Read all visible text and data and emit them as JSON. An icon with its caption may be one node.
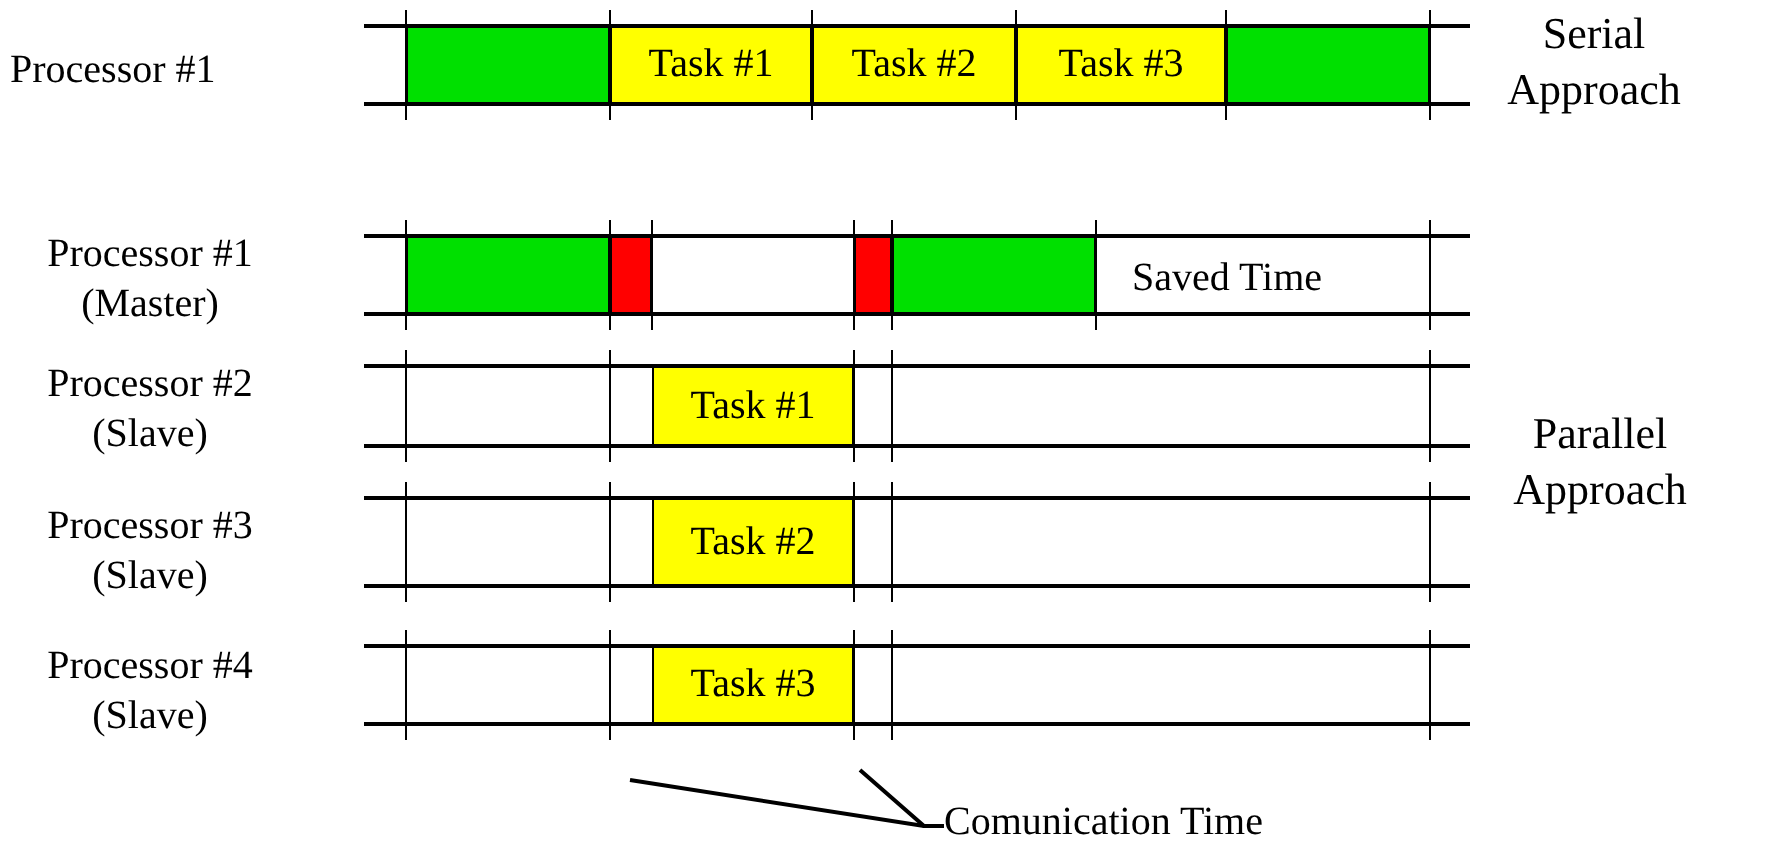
{
  "diagram": {
    "nodes": [
      {
        "text": [],
        "shape": "box"
      },
      {
        "text": [
          "Task #1"
        ]
      },
      {
        "text": [
          "Task #2"
        ]
      },
      {
        "text": [
          "Task #3"
        ]
      },
      {
        "text": [],
        "shape": "box"
      },
      {
        "text": [],
        "shape": "box"
      },
      {
        "text": [],
        "shape": "box"
      },
      {
        "text": [],
        "shape": "box"
      },
      {
        "text": [],
        "shape": "box"
      },
      {
        "text": [
          "Task #1"
        ]
      },
      {
        "text": [
          "Task #2"
        ]
      },
      {
        "text": [
          "Task #3"
        ]
      },
      {
        "text": [
          "Comunication Time"
        ]
      }
    ],
    "edges": [
      {
        "from": 12,
        "to": null,
        "arrow": "none"
      },
      {
        "from": 12,
        "to": null,
        "arrow": "none"
      }
    ],
    "labels": [
      "Processor #1",
      "Serial Approach",
      "Processor #1 (Master)",
      "Saved Time",
      "Processor #2 (Slave)",
      "Parallel Approach",
      "Processor #3 (Slave)",
      "Processor #4 (Slave)"
    ]
  }
}
